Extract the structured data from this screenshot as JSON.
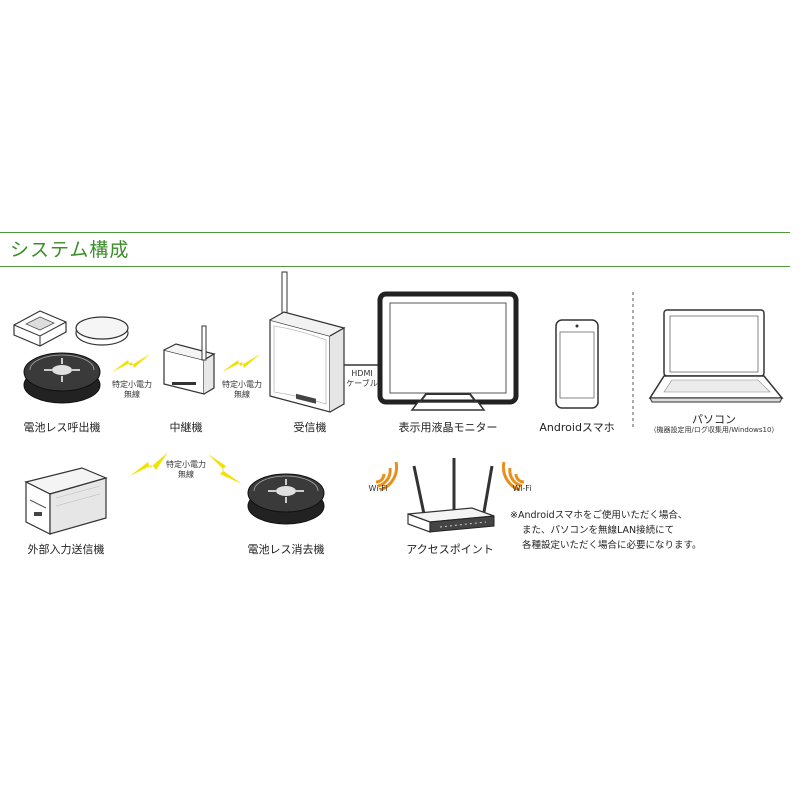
{
  "header": {
    "title": "システム構成"
  },
  "devices": {
    "call_unit": "電池レス呼出機",
    "repeater": "中継機",
    "receiver": "受信機",
    "monitor": "表示用液晶モニター",
    "smartphone": "Androidスマホ",
    "pc": "パソコン",
    "pc_sub": "（機器設定用/ログ収集用/Windows10）",
    "external_tx": "外部入力送信機",
    "cancel_unit": "電池レス消去機",
    "access_point": "アクセスポイント"
  },
  "links": {
    "radio_1": "特定小電力",
    "radio_2": "無線",
    "hdmi_1": "HDMI",
    "hdmi_2": "ケーブル",
    "wifi": "Wi-Fi"
  },
  "note": {
    "line1": "※Androidスマホをご使用いただく場合、",
    "line2": "また、パソコンを無線LAN接続にて",
    "line3": "各種設定いただく場合に必要になります。"
  },
  "colors": {
    "accent": "#3b8d2a",
    "bolt": "#f2e200",
    "wifi": "#e8901c"
  }
}
